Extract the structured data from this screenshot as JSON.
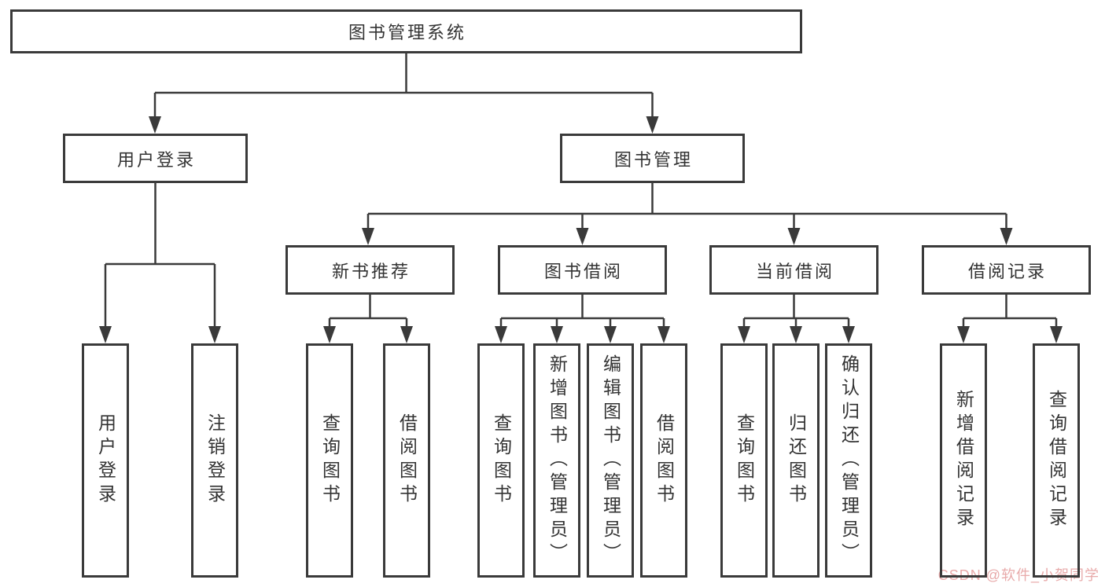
{
  "diagram": {
    "type": "tree",
    "root": {
      "label": "图书管理系统"
    },
    "branches": [
      {
        "label": "用户登录",
        "children": [
          {
            "label": "用户登录"
          },
          {
            "label": "注销登录"
          }
        ]
      },
      {
        "label": "图书管理",
        "children": [
          {
            "label": "新书推荐",
            "children": [
              {
                "label": "查询图书"
              },
              {
                "label": "借阅图书"
              }
            ]
          },
          {
            "label": "图书借阅",
            "children": [
              {
                "label": "查询图书"
              },
              {
                "label": "新增图书（管理员）"
              },
              {
                "label": "编辑图书（管理员）"
              },
              {
                "label": "借阅图书"
              }
            ]
          },
          {
            "label": "当前借阅",
            "children": [
              {
                "label": "查询图书"
              },
              {
                "label": "归还图书"
              },
              {
                "label": "确认归还（管理员）"
              }
            ]
          },
          {
            "label": "借阅记录",
            "children": [
              {
                "label": "新增借阅记录"
              },
              {
                "label": "查询借阅记录"
              }
            ]
          }
        ]
      }
    ]
  },
  "watermark": {
    "text": "CSDN @软件_小贺同学",
    "color": "#e8aaaa"
  },
  "colors": {
    "line": "#3a3a3a",
    "text": "#333333",
    "background": "#ffffff"
  }
}
